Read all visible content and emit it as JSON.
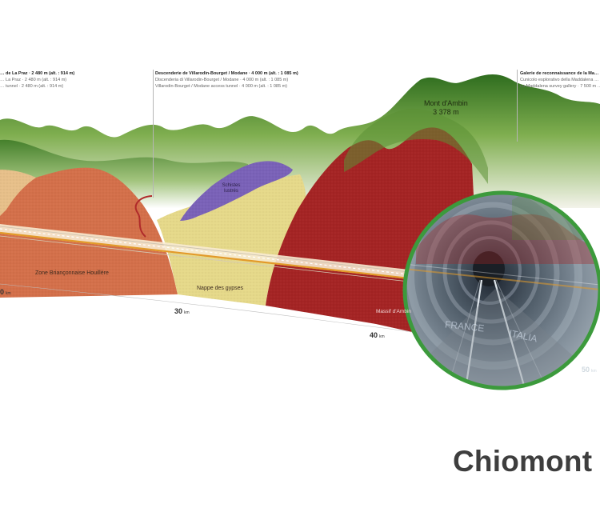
{
  "headers": [
    {
      "l1": "… de La Praz · 2 480 m (alt. : 914 m)",
      "l2": "… La Praz · 2 480 m (alt. : 914 m)",
      "l3": "… tunnel · 2 480 m (alt. : 914 m)"
    },
    {
      "l1": "Descenderie de Villarodin-Bourget / Modane · 4 000 m (alt. : 1 085 m)",
      "l2": "Discenderia di Villarodin-Bourget / Modane · 4 000 m (alt. : 1 085 m)",
      "l3": "Villarodin-Bourget / Modane access tunnel · 4 000 m (alt. : 1 085 m)"
    },
    {
      "l1": "Galerie de reconnaissance de la Ma…",
      "l2": "Cunicolo esplorativo della Maddalena …",
      "l3": "La Maddalena survey gallery · 7 500 m …"
    }
  ],
  "peak": {
    "name": "Mont d'Ambin",
    "alt": "3 378 m"
  },
  "geology": {
    "zone_houillere": "Zone Briançonnaise Houillère",
    "nappe_gypses": "Nappe des gypses",
    "schistes": "Schistes lustrés",
    "massif": "Massif d'Ambin"
  },
  "km": [
    {
      "value": "0",
      "unit": "km"
    },
    {
      "value": "30",
      "unit": "km"
    },
    {
      "value": "40",
      "unit": "km"
    },
    {
      "value": "50",
      "unit": "km"
    }
  ],
  "lens": {
    "france": "FRANCE",
    "italia": "ITALIA"
  },
  "city": "Chiomont",
  "colors": {
    "mountains_green": "#4f8a2f",
    "houillere_orange": "#d4704a",
    "gypses_yellow": "#e6d98a",
    "massif_red": "#a52424",
    "schistes_purple": "#7a62b8",
    "tunnel_orange": "#e29a2a",
    "lens_green": "#3c9a3c"
  }
}
